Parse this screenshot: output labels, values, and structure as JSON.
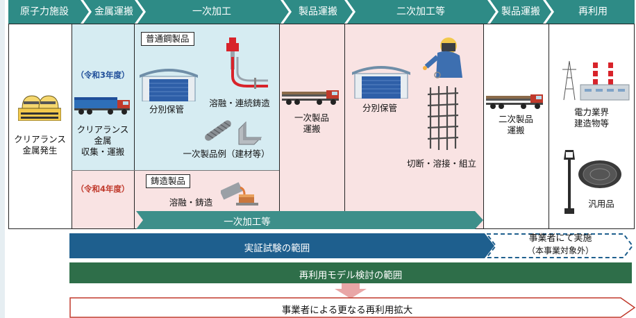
{
  "header": {
    "steps": [
      "原子力施設",
      "金属運搬",
      "一次加工",
      "製品運搬",
      "二次加工等",
      "製品運搬",
      "再利用"
    ]
  },
  "stages": {
    "source": [
      "クリアランス",
      "金属発生"
    ],
    "transport1": {
      "year_r3": "（令和3年度）",
      "year_r4": "（令和4年度）",
      "label": [
        "クリアランス",
        "金属",
        "収集・運搬"
      ]
    },
    "primary": {
      "steel_box": "普通鋼製品",
      "storage": "分別保管",
      "melt_cast": "溶融・連続鋳造",
      "examples": "一次製品例（建材等）",
      "casting_box": "鋳造製品",
      "melt_casting": "溶融・鋳造"
    },
    "transport2": [
      "一次製品",
      "運搬"
    ],
    "secondary": {
      "storage": "分別保管",
      "fab": "切断・溶接・組立"
    },
    "transport3": [
      "二次製品",
      "運搬"
    ],
    "reuse": {
      "power": [
        "電力業界",
        "建造物等"
      ],
      "general": "汎用品"
    }
  },
  "bars": {
    "primary_etc": "一次加工等",
    "demo_scope": "実証試験の範囲",
    "operator": [
      "事業者にて実施",
      "（本事業対象外）"
    ],
    "model_scope": "再利用モデル検討の範囲",
    "expansion": "事業者による更なる再利用拡大"
  },
  "colors": {
    "header_teal": "#2e8b86",
    "light_blue": "#d6ecf2",
    "light_pink": "#f9e3e3",
    "demo_blue": "#1e5f8e",
    "model_green": "#2e6e49",
    "arrow_pink": "#e9a6a6",
    "outline_red": "#c0392b",
    "year_blue": "#1f4e99",
    "year_red": "#c0392b"
  }
}
